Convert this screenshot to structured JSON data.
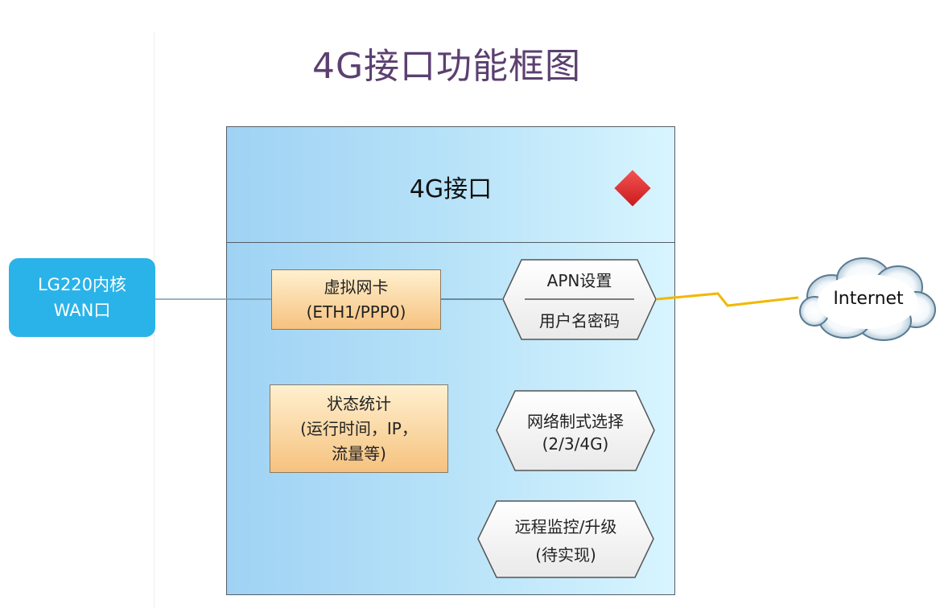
{
  "title": "4G接口功能框图",
  "main_box": {
    "title": "4G接口",
    "marker_icon": "red-diamond-icon",
    "marker_color": "#d62a2a",
    "background_color": "#b7e2f8"
  },
  "lg220": {
    "line1": "LG220内核",
    "line2": "WAN口",
    "color": "#2ab3e8"
  },
  "virtual_nic": {
    "line1": "虚拟网卡",
    "line2": "(ETH1/PPP0)"
  },
  "status_stats": {
    "line1": "状态统计",
    "line2": "(运行时间，IP，",
    "line3": "流量等)"
  },
  "apn": {
    "top": "APN设置",
    "bottom": "用户名密码"
  },
  "network_mode": {
    "line1": "网络制式选择",
    "line2": "(2/3/4G)"
  },
  "remote": {
    "line1": "远程监控/升级",
    "line2": "(待实现)"
  },
  "internet": {
    "label": "Internet",
    "icon": "cloud-icon",
    "link_icon": "lightning-bolt-icon",
    "link_color": "#f2b800"
  }
}
